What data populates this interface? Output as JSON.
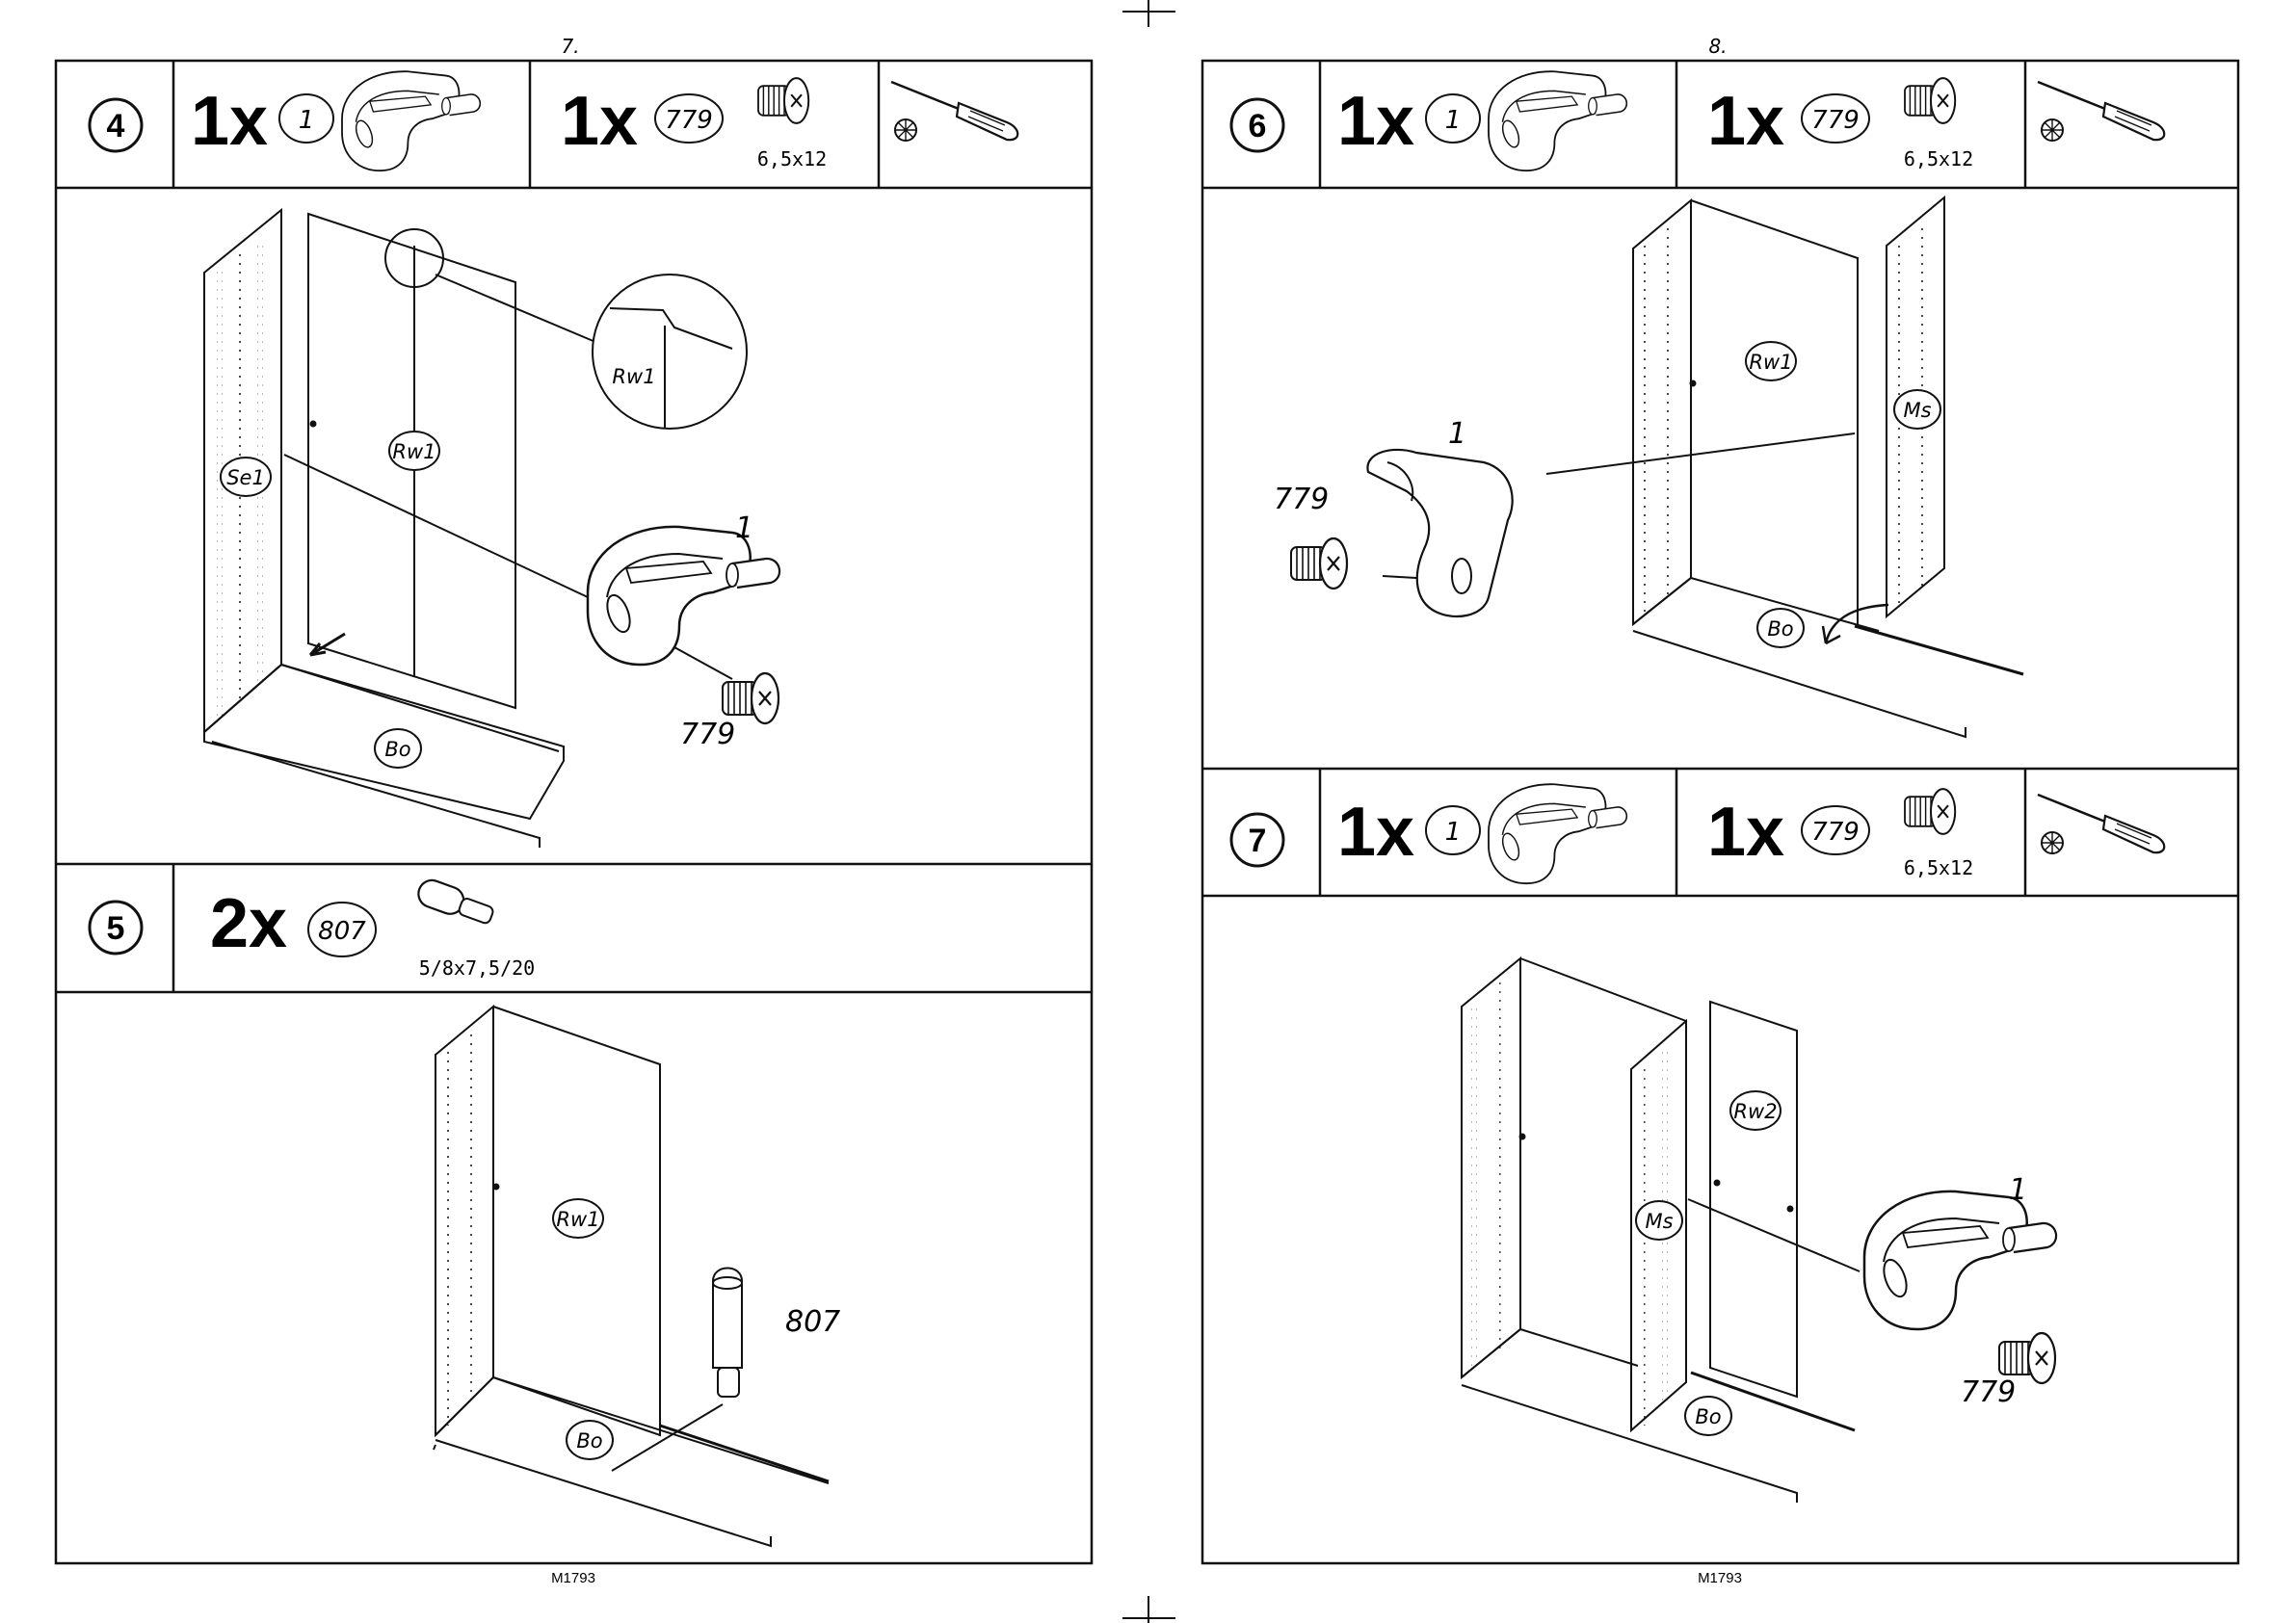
{
  "pages": [
    {
      "page_number": "7.",
      "footer_code": "M1793",
      "steps": [
        {
          "step": "4",
          "parts": [
            {
              "qty": "1x",
              "part_id": "1"
            },
            {
              "qty": "1x",
              "part_id": "779",
              "size": "6,5x12"
            }
          ],
          "tool_icon": "screwdriver-icon",
          "labels": {
            "panel_a": "Se1",
            "panel_b": "Rw1",
            "detail": "Rw1",
            "bottom": "Bo",
            "bracket": "1",
            "screw": "779"
          }
        },
        {
          "step": "5",
          "parts": [
            {
              "qty": "2x",
              "part_id": "807",
              "size": "5/8x7,5/20"
            }
          ],
          "labels": {
            "panel": "Rw1",
            "bottom": "Bo",
            "dowel": "807"
          }
        }
      ]
    },
    {
      "page_number": "8.",
      "footer_code": "M1793",
      "steps": [
        {
          "step": "6",
          "parts": [
            {
              "qty": "1x",
              "part_id": "1"
            },
            {
              "qty": "1x",
              "part_id": "779",
              "size": "6,5x12"
            }
          ],
          "tool_icon": "screwdriver-icon",
          "labels": {
            "panel": "Rw1",
            "side": "Ms",
            "bottom": "Bo",
            "bracket": "1",
            "screw": "779"
          }
        },
        {
          "step": "7",
          "parts": [
            {
              "qty": "1x",
              "part_id": "1"
            },
            {
              "qty": "1x",
              "part_id": "779",
              "size": "6,5x12"
            }
          ],
          "tool_icon": "screwdriver-icon",
          "labels": {
            "panel": "Rw2",
            "side": "Ms",
            "bottom": "Bo",
            "bracket": "1",
            "screw": "779"
          }
        }
      ]
    }
  ]
}
